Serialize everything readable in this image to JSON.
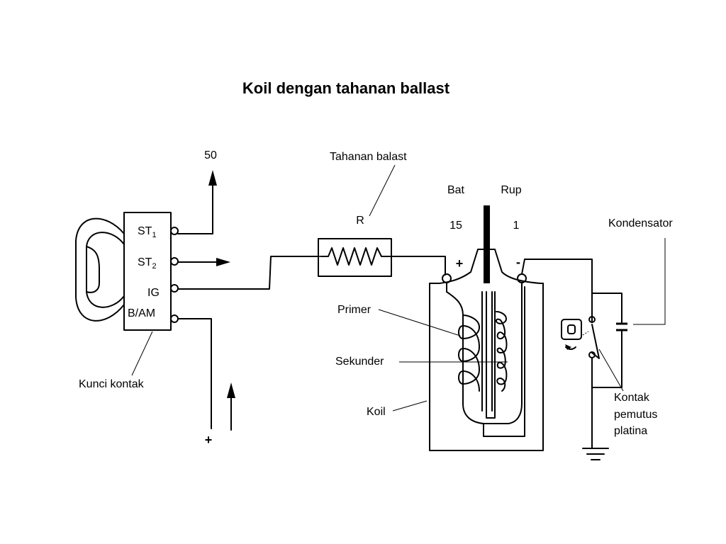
{
  "title": "Koil dengan tahanan ballast",
  "switch": {
    "terminals": {
      "st1": "ST",
      "st1_sub": "1",
      "st2": "ST",
      "st2_sub": "2",
      "ig": "IG",
      "bam": "B/AM"
    },
    "label": "Kunci kontak",
    "out_50": "50",
    "plus": "+"
  },
  "resistor": {
    "name": "Tahanan balast",
    "symbol": "R"
  },
  "coil": {
    "bat": "Bat",
    "rup": "Rup",
    "t15": "15",
    "t1": "1",
    "plus": "+",
    "minus": "-",
    "primer": "Primer",
    "sekunder": "Sekunder",
    "koil": "Koil"
  },
  "kondensator": "Kondensator",
  "platina": {
    "line1": "Kontak",
    "line2": "pemutus",
    "line3": "platina"
  }
}
